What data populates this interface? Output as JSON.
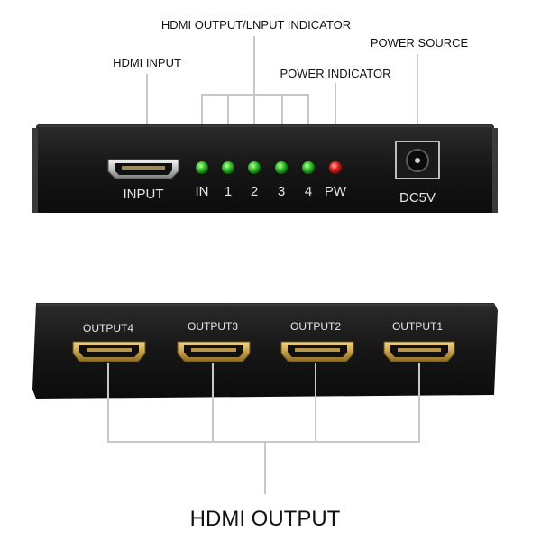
{
  "callouts": {
    "hdmi_input": "HDMI INPUT",
    "indicator": "HDMI OUTPUT/LNPUT INDICATOR",
    "power_indicator": "POWER INDICATOR",
    "power_source": "POWER SOURCE",
    "hdmi_output": "HDMI OUTPUT"
  },
  "front_panel": {
    "input_label": "INPUT",
    "leds": [
      {
        "label": "IN",
        "color": "#2ec12e"
      },
      {
        "label": "1",
        "color": "#2ec12e"
      },
      {
        "label": "2",
        "color": "#2ec12e"
      },
      {
        "label": "3",
        "color": "#2ec12e"
      },
      {
        "label": "4",
        "color": "#2ec12e"
      },
      {
        "label": "PW",
        "color": "#e02020"
      }
    ],
    "power_label": "DC5V"
  },
  "rear_panel": {
    "outputs": [
      "OUTPUT4",
      "OUTPUT3",
      "OUTPUT2",
      "OUTPUT1"
    ]
  },
  "colors": {
    "device_body": "#1b1b1b",
    "port_gold": "#c9a14a",
    "label_text": "#e6e6e6",
    "callout_line": "#c8c8c8"
  }
}
